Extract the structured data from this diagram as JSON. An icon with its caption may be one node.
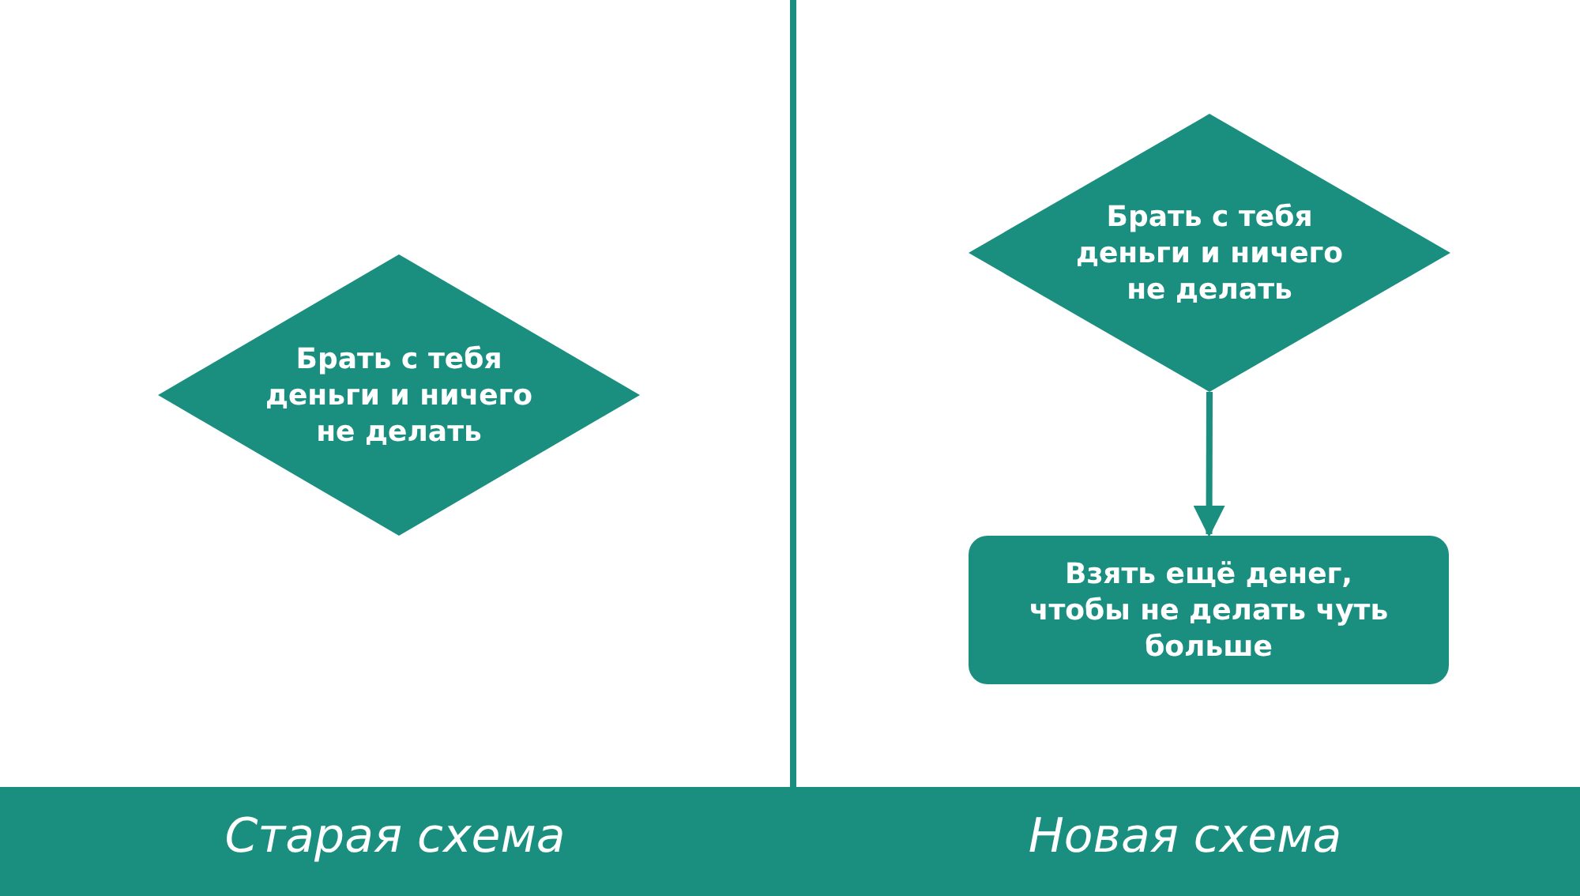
{
  "diagram": {
    "nodes": [
      {
        "text": [
          "Брать с тебя деньги и ничего не делать"
        ]
      },
      {
        "text": [
          "Брать с тебя деньги и ничего не делать"
        ]
      },
      {
        "text": [
          "Взять ещё денег, чтобы не делать чуть больше"
        ]
      }
    ],
    "edges": [
      {
        "from": 1,
        "to": 2,
        "arrow": "to"
      }
    ],
    "labels": [
      "Старая схема",
      "Новая схема"
    ]
  }
}
